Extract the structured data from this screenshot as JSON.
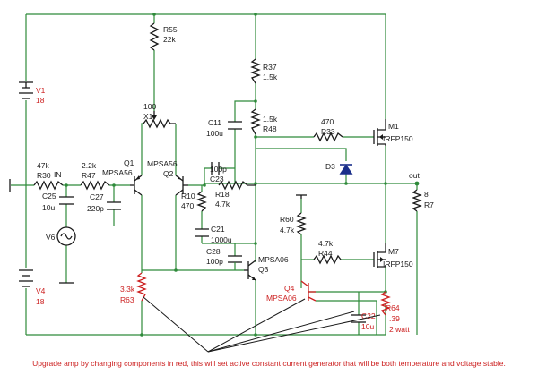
{
  "components": {
    "V1": {
      "ref": "V1",
      "value": "18"
    },
    "V4": {
      "ref": "V4",
      "value": "18"
    },
    "V6": {
      "ref": "V6"
    },
    "R55": {
      "ref": "R55",
      "value": "22k"
    },
    "X1": {
      "ref": "X1",
      "value": "100"
    },
    "R37": {
      "ref": "R37",
      "value": "1.5k"
    },
    "R48": {
      "ref": "R48",
      "value": "1.5k"
    },
    "C11": {
      "ref": "C11",
      "value": "100u"
    },
    "R33": {
      "ref": "R33",
      "value": "470"
    },
    "M1": {
      "ref": "M1",
      "value": "IRFP150"
    },
    "D3": {
      "ref": "D3"
    },
    "R30": {
      "ref": "R30",
      "value": "47k"
    },
    "R47": {
      "ref": "R47",
      "value": "2.2k"
    },
    "C25": {
      "ref": "C25",
      "value": "10u"
    },
    "C27": {
      "ref": "C27",
      "value": "220p"
    },
    "Q1": {
      "ref": "Q1",
      "value": "MPSA56"
    },
    "Q2": {
      "ref": "Q2",
      "value": "MPSA56"
    },
    "C23": {
      "ref": "C23",
      "value": "100p"
    },
    "R10": {
      "ref": "R10",
      "value": "470"
    },
    "R18": {
      "ref": "R18",
      "value": "4.7k"
    },
    "R7": {
      "ref": "R7",
      "value": "8"
    },
    "R60": {
      "ref": "R60",
      "value": "4.7k"
    },
    "C21": {
      "ref": "C21",
      "value": "1000u"
    },
    "C28": {
      "ref": "C28",
      "value": "100p"
    },
    "Q3": {
      "ref": "Q3",
      "value": "MPSA06"
    },
    "R44": {
      "ref": "R44",
      "value": "4.7k"
    },
    "M7": {
      "ref": "M7",
      "value": "IRFP150"
    },
    "Q4": {
      "ref": "Q4",
      "value": "MPSA06"
    },
    "R63": {
      "ref": "R63",
      "value": "3.3k"
    },
    "C22": {
      "ref": "C22",
      "value": "10u"
    },
    "R64": {
      "ref": "R64",
      "value": ".39",
      "power": "2 watt"
    }
  },
  "nets": {
    "input": "IN",
    "output": "out"
  },
  "colors": {
    "wire": "#2e8a3a",
    "upgrade": "#cc1f1f",
    "label": "#1a1a1a",
    "diode": "#1a2f8a"
  },
  "note": "Upgrade amp by changing components in red, this will set active constant current generator that will be both temperature and voltage stable."
}
